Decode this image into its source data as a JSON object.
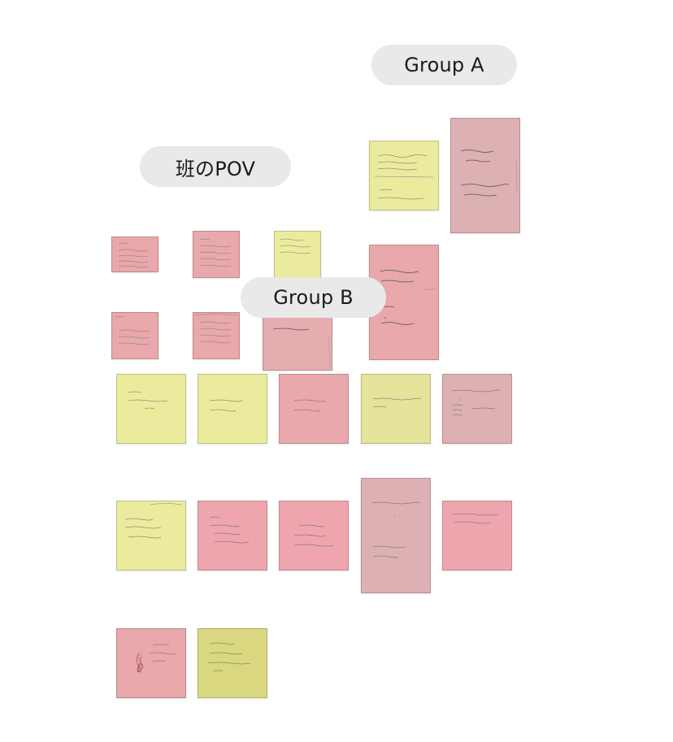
{
  "groups": {
    "a": {
      "label": "Group A"
    },
    "b": {
      "label": "Group B"
    },
    "pov": {
      "label": "班のPOV"
    }
  },
  "notes": [
    {
      "id": "n1",
      "color": "#ebeb9e"
    },
    {
      "id": "n2",
      "color": "#ddb0b3"
    },
    {
      "id": "n3",
      "color": "#e8a8ac"
    },
    {
      "id": "n4",
      "color": "#e8a8ac"
    },
    {
      "id": "n5",
      "color": "#ebeb9e"
    },
    {
      "id": "n6",
      "color": "#e8a8ac"
    },
    {
      "id": "n7",
      "color": "#e8a8ac"
    },
    {
      "id": "n8",
      "color": "#e8a8ac"
    },
    {
      "id": "n9",
      "color": "#e6adb1"
    },
    {
      "id": "n10",
      "color": "#e6adb1"
    },
    {
      "id": "n11",
      "color": "#ebeb9e"
    },
    {
      "id": "n12",
      "color": "#ebeb9e"
    },
    {
      "id": "n13",
      "color": "#e8a8ac"
    },
    {
      "id": "n14",
      "color": "#e6e39a"
    },
    {
      "id": "n15",
      "color": "#ddb0b3"
    },
    {
      "id": "n16",
      "color": "#ebeb9e"
    },
    {
      "id": "n17",
      "color": "#eea5ae"
    },
    {
      "id": "n18",
      "color": "#eea5ae"
    },
    {
      "id": "n19",
      "color": "#ddb0b3"
    },
    {
      "id": "n20",
      "color": "#eea5ae"
    },
    {
      "id": "n21",
      "color": "#e8a8ac"
    },
    {
      "id": "n22",
      "color": "#d9d77f"
    }
  ],
  "colors": {
    "background": "#ffffff",
    "pill": "#e9e9e9",
    "pill_text": "#1a1a1a"
  }
}
